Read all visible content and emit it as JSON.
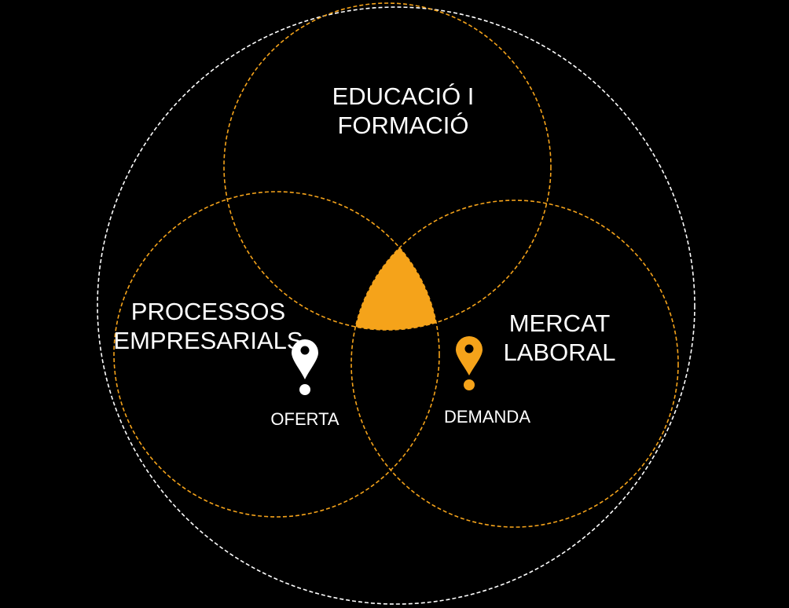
{
  "circles": {
    "top": "EDUCACIÓ I\nFORMACIÓ",
    "left": "PROCESSOS\nEMPRESARIALS",
    "right": "MERCAT\nLABORAL"
  },
  "markers": {
    "supply": "OFERTA",
    "demand": "DEMANDA"
  },
  "colors": {
    "accent": "#f5a31a",
    "outline": "#ffffff",
    "background": "#000000"
  }
}
